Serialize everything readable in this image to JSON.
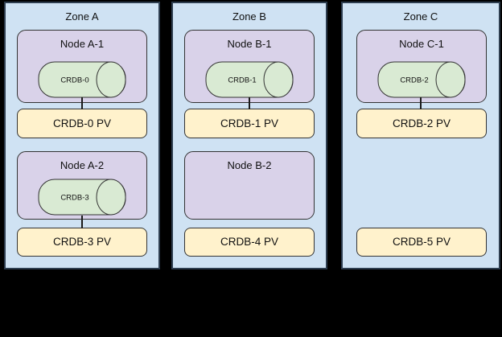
{
  "colors": {
    "canvas_bg": "#000000",
    "zone_fill": "#cfe2f3",
    "zone_border": "#2d3d4f",
    "node_fill": "#d9d2e9",
    "pv_fill": "#fff2cc",
    "cyl_fill": "#d9ead3",
    "shape_border": "#333333",
    "text_color": "#111111",
    "connector_color": "#1a1a1a"
  },
  "zones": [
    {
      "label": "Zone A",
      "node1": {
        "label": "Node A-1",
        "cylinder": "CRDB-0"
      },
      "pv1": "CRDB-0 PV",
      "node2": {
        "label": "Node A-2",
        "cylinder": "CRDB-3"
      },
      "pv2": "CRDB-3 PV"
    },
    {
      "label": "Zone B",
      "node1": {
        "label": "Node B-1",
        "cylinder": "CRDB-1"
      },
      "pv1": "CRDB-1 PV",
      "node2": {
        "label": "Node B-2"
      },
      "pv2": "CRDB-4 PV"
    },
    {
      "label": "Zone C",
      "node1": {
        "label": "Node C-1",
        "cylinder": "CRDB-2"
      },
      "pv1": "CRDB-2 PV",
      "pv2": "CRDB-5 PV"
    }
  ]
}
